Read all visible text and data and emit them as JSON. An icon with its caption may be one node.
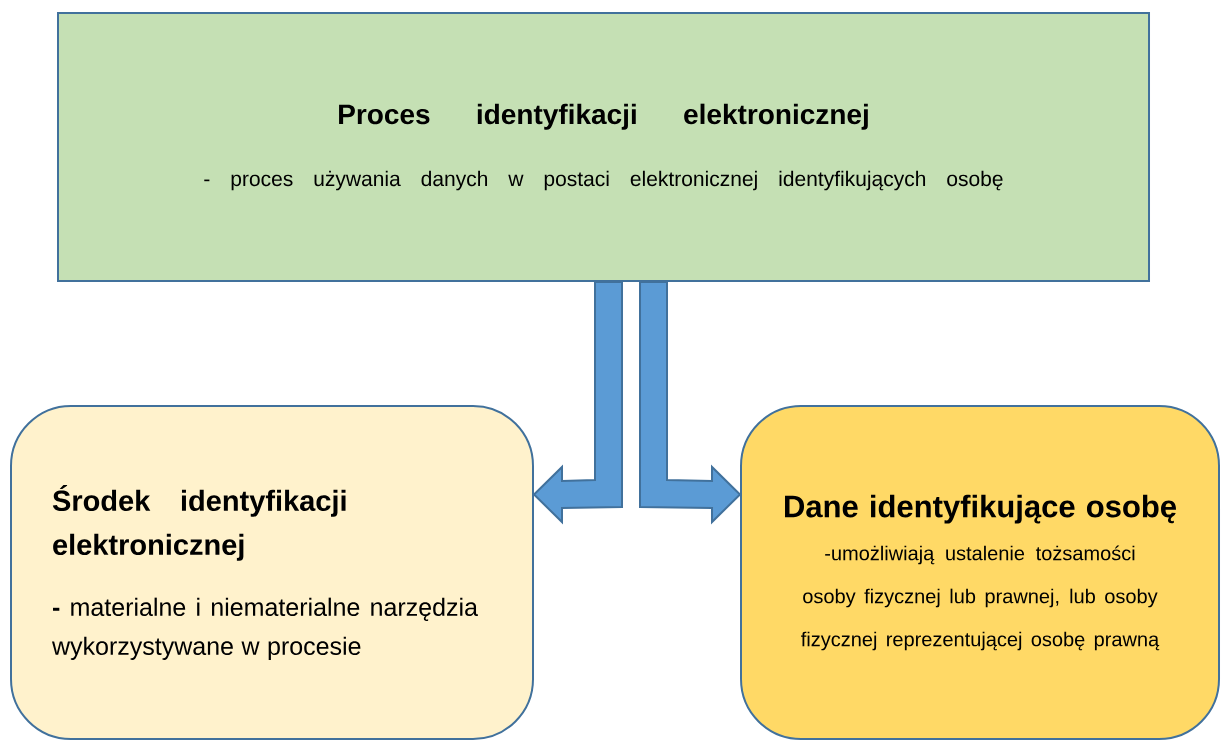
{
  "diagram": {
    "nodes": [
      {
        "text": [
          "Proces identyfikacji elektronicznej",
          "- proces używania danych w postaci elektronicznej identyfikujących osobę"
        ]
      },
      {
        "text": [
          "Środek identyfikacji elektronicznej",
          "**-** materialne i niematerialne narzędzia wykorzystywane w procesie"
        ]
      },
      {
        "text": [
          "Dane identyfikujące osobę",
          "-umożliwiają ustalenie tożsamości osoby fizycznej lub prawnej, lub osoby fizycznej reprezentującej osobę prawną"
        ]
      }
    ],
    "edges": [
      {
        "from": 0,
        "to": 1,
        "arrow": "to"
      },
      {
        "from": 0,
        "to": 2,
        "arrow": "to"
      }
    ]
  }
}
